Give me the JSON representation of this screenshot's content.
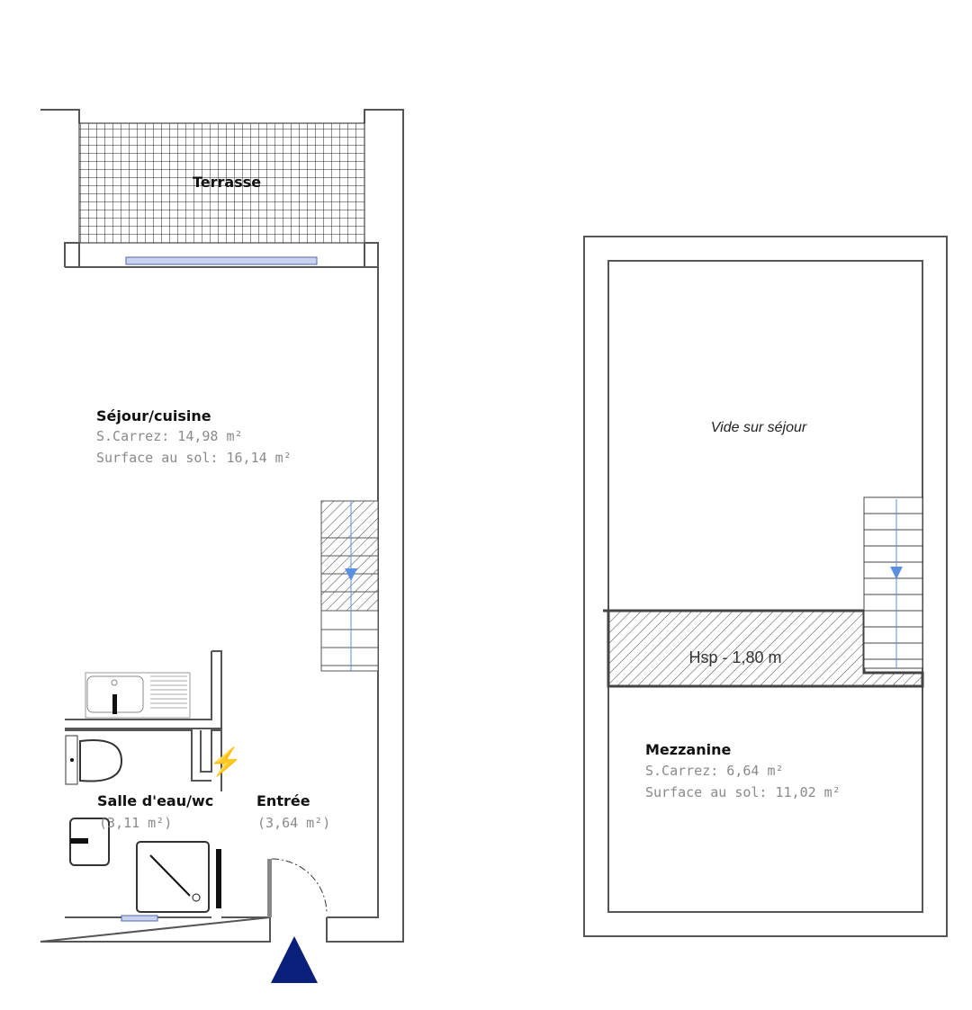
{
  "ground_floor": {
    "terrace": {
      "label": "Terrasse"
    },
    "living": {
      "label": "Séjour/cuisine",
      "carrez": "S.Carrez: 14,98 m²",
      "floor": "Surface au sol: 16,14 m²"
    },
    "bathroom": {
      "label": "Salle d'eau/wc",
      "area": "(3,11 m²)"
    },
    "entrance": {
      "label": "Entrée",
      "area": "(3,64 m²)"
    }
  },
  "upper_floor": {
    "void": {
      "label": "Vide sur séjour"
    },
    "low_height": {
      "label": "Hsp - 1,80 m"
    },
    "mezzanine": {
      "label": "Mezzanine",
      "carrez": "S.Carrez: 6,64 m²",
      "floor": "Surface au sol: 11,02 m²"
    }
  },
  "colors": {
    "wall": "#555555",
    "arrow": "#5b8fe0",
    "entry_marker": "#0a1f7a",
    "electric": "#f2c21b"
  }
}
